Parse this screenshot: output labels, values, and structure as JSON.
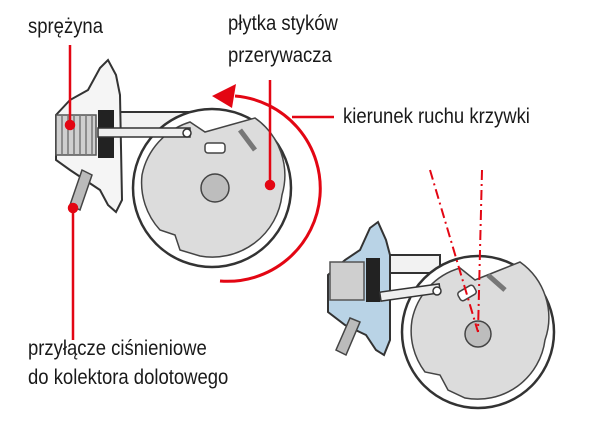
{
  "labels": {
    "spring": "sprężyna",
    "plate_line1": "płytka styków",
    "plate_line2": "przerywacza",
    "direction": "kierunek ruchu krzywki",
    "connector_line1": "przyłącze ciśnieniowe",
    "connector_line2": "do kolektora dolotowego"
  },
  "colors": {
    "accent_red": "#e30613",
    "housing_blue": "#b9d3e6",
    "plate_gray": "#d9d9d9",
    "outline": "#333333"
  }
}
